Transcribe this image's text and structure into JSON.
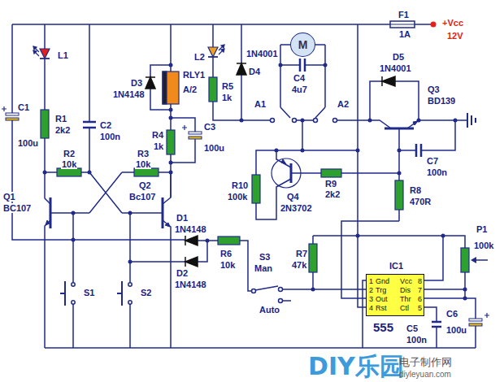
{
  "diagram": {
    "nodes": [
      {
        "text": [
          "M"
        ]
      },
      {
        "text": [
          "IC1",
          "1",
          "Gnd",
          "2",
          "Trg",
          "3",
          "Out",
          "4",
          "Rst",
          "Vcc",
          "8",
          "Dis",
          "7",
          "Thr",
          "6",
          "Ctl",
          "5",
          "555"
        ]
      }
    ],
    "labels": [
      "L1",
      "C1",
      "100u",
      "R1",
      "2k2",
      "C2",
      "100n",
      "R2",
      "10k",
      "Q1",
      "BC107",
      "D3",
      "1N4148",
      "RLY1",
      "A/2",
      "R3",
      "10k",
      "Q2",
      "Bc107",
      "R4",
      "1k",
      "C3",
      "100u",
      "D1",
      "1N4148",
      "D2",
      "1N4148",
      "S1",
      "S2",
      "L2",
      "R5",
      "1k",
      "1N4001",
      "D4",
      "C4",
      "4u7",
      "A1",
      "A2",
      "F1",
      "1A",
      "+Vcc",
      "12V",
      "D5",
      "1N4001",
      "Q3",
      "BD139",
      "C7",
      "100n",
      "R9",
      "2k2",
      "R10",
      "100k",
      "Q4",
      "2N3702",
      "R8",
      "470R",
      "R6",
      "10k",
      "S3",
      "Man",
      "Auto",
      "R7",
      "47k",
      "P1",
      "100k",
      "C5",
      "100n",
      "C6",
      "100u",
      "DIY乐园",
      "电子制作网",
      "diyleyuan.com"
    ]
  }
}
